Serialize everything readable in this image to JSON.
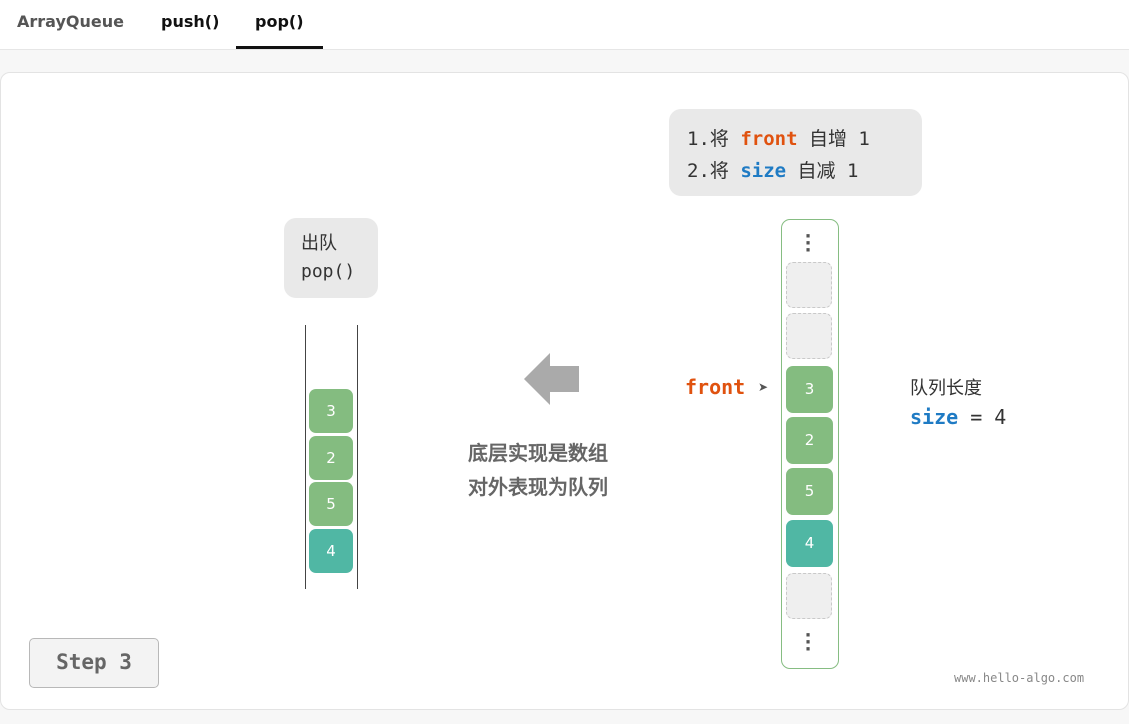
{
  "tabs": [
    {
      "label": "ArrayQueue"
    },
    {
      "label": "push()"
    },
    {
      "label": "pop()"
    }
  ],
  "active_tab": "pop()",
  "note": {
    "line1": {
      "prefix": "1.将 ",
      "keyword": "front",
      "suffix": " 自增 1"
    },
    "line2": {
      "prefix": "2.将 ",
      "keyword": "size",
      "suffix": " 自减 1"
    }
  },
  "pop_box": {
    "line1": "出队",
    "line2": "pop()"
  },
  "queue_view": {
    "cells": [
      {
        "value": "3",
        "color": "#84bc80"
      },
      {
        "value": "2",
        "color": "#84bc80"
      },
      {
        "value": "5",
        "color": "#84bc80"
      },
      {
        "value": "4",
        "color": "#50b7a4"
      }
    ]
  },
  "center_caption": {
    "line1": "底层实现是数组",
    "line2": "对外表现为队列"
  },
  "array_view": {
    "slots": [
      {
        "value": "",
        "empty": true
      },
      {
        "value": "",
        "empty": true
      },
      {
        "value": "3",
        "empty": false,
        "color": "#84bc80"
      },
      {
        "value": "2",
        "empty": false,
        "color": "#84bc80"
      },
      {
        "value": "5",
        "empty": false,
        "color": "#84bc80"
      },
      {
        "value": "4",
        "empty": false,
        "color": "#50b7a4"
      },
      {
        "value": "",
        "empty": true
      }
    ],
    "front_label": "front",
    "front_pointer": "➤"
  },
  "length_label": "队列长度",
  "size_line": {
    "keyword": "size",
    "rest": " = 4"
  },
  "step_button": "Step 3",
  "watermark": "www.hello-algo.com",
  "colors": {
    "accent_front": "#e0520f",
    "accent_size": "#1f7bc4",
    "green": "#84bc80",
    "teal": "#50b7a4"
  }
}
